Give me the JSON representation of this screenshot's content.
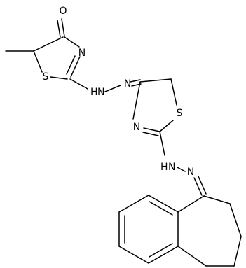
{
  "colors": {
    "bond": "#000000",
    "label": "#000000",
    "background": "#ffffff"
  },
  "atoms": {
    "o_carbonyl": "O",
    "n_ring1": "N",
    "s_ring1": "S",
    "nh_1": "H",
    "nh_1_n": "N",
    "n_hydrazone_1": "N",
    "n_ring2": "N",
    "s_ring2": "S",
    "nh_2": "H",
    "nh_2_n": "N",
    "n_hydrazone_2": "N"
  }
}
